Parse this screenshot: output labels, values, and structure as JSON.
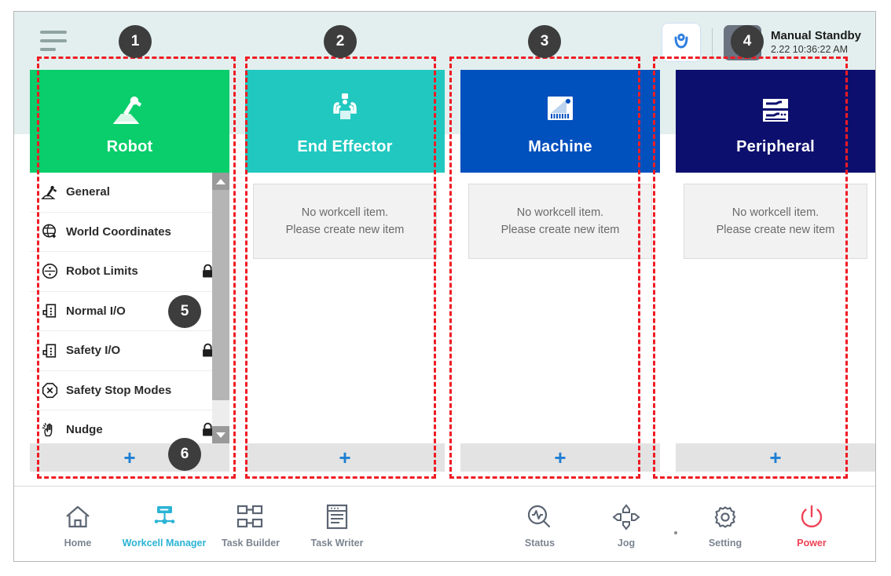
{
  "header": {
    "menu_icon": "hamburger-menu-icon",
    "mode_icon": "robot-mode-icon",
    "hand_icon": "manual-hand-icon",
    "status_title": "Manual Standby",
    "status_time": "2.22 10:36:22 AM"
  },
  "columns": [
    {
      "key": "robot",
      "title": "Robot",
      "icon": "robot-arm-icon",
      "color": "#09CE6B",
      "add_label": "+",
      "items": [
        {
          "label": "General",
          "icon": "robot-arm-icon",
          "locked": false
        },
        {
          "label": "World Coordinates",
          "icon": "globe-coordinates-icon",
          "locked": true
        },
        {
          "label": "Robot Limits",
          "icon": "limits-circle-icon",
          "locked": true
        },
        {
          "label": "Normal I/O",
          "icon": "io-port-icon",
          "locked": false
        },
        {
          "label": "Safety I/O",
          "icon": "io-port-icon",
          "locked": true
        },
        {
          "label": "Safety Stop Modes",
          "icon": "stop-octagon-icon",
          "locked": true
        },
        {
          "label": "Nudge",
          "icon": "hand-nudge-icon",
          "locked": true
        }
      ]
    },
    {
      "key": "end-effector",
      "title": "End Effector",
      "icon": "gripper-icon",
      "color": "#21C8C0",
      "add_label": "+",
      "empty_line1": "No workcell item.",
      "empty_line2": "Please create new item"
    },
    {
      "key": "machine",
      "title": "Machine",
      "icon": "machine-panel-icon",
      "color": "#0050BE",
      "add_label": "+",
      "empty_line1": "No workcell item.",
      "empty_line2": "Please create new item"
    },
    {
      "key": "peripheral",
      "title": "Peripheral",
      "icon": "peripheral-rack-icon",
      "color": "#0D0F6E",
      "add_label": "+",
      "empty_line1": "No workcell item.",
      "empty_line2": "Please create new item"
    }
  ],
  "nav": {
    "left": [
      {
        "label": "Home",
        "icon": "home-icon",
        "active": false
      },
      {
        "label": "Workcell Manager",
        "icon": "workcell-manager-icon",
        "active": true
      },
      {
        "label": "Task Builder",
        "icon": "task-builder-icon",
        "active": false
      },
      {
        "label": "Task Writer",
        "icon": "task-writer-icon",
        "active": false
      }
    ],
    "right": [
      {
        "label": "Status",
        "icon": "status-magnifier-icon",
        "active": false
      },
      {
        "label": "Jog",
        "icon": "jog-dpad-icon",
        "active": false
      },
      {
        "label": "Setting",
        "icon": "gear-icon",
        "active": false
      },
      {
        "label": "Power",
        "icon": "power-icon",
        "active": false
      }
    ]
  },
  "annotations": {
    "badge_color": "#3D3D3D",
    "outline_color": "#EF1C25",
    "badges": [
      {
        "number": "1"
      },
      {
        "number": "2"
      },
      {
        "number": "3"
      },
      {
        "number": "4"
      },
      {
        "number": "5"
      },
      {
        "number": "6"
      }
    ]
  }
}
